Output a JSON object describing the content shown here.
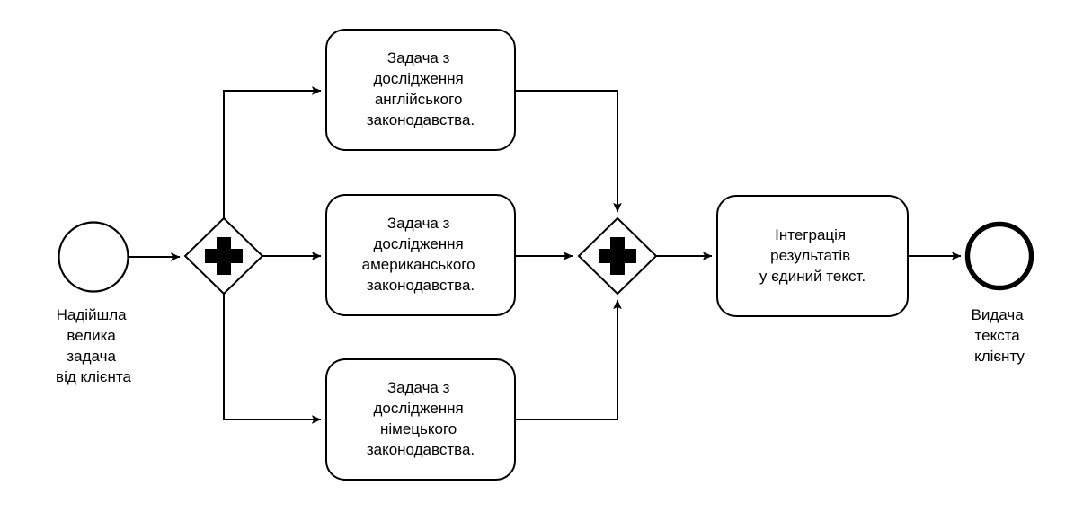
{
  "diagram": {
    "type": "bpmn-process-diagram",
    "language": "uk",
    "colors": {
      "background": "#ffffff",
      "stroke": "#000000",
      "fill": "#ffffff"
    },
    "start_event": {
      "icon": "start-event-circle",
      "label_lines": [
        "Надійшла",
        "велика",
        "задача",
        "від клієнта"
      ]
    },
    "split_gateway": {
      "icon": "parallel-gateway-plus",
      "symbol": "+"
    },
    "join_gateway": {
      "icon": "parallel-gateway-plus",
      "symbol": "+"
    },
    "tasks": [
      {
        "id": "task-english-law",
        "lines": [
          "Задача з",
          "дослідження",
          "англійського",
          "законодавства."
        ]
      },
      {
        "id": "task-american-law",
        "lines": [
          "Задача з",
          "дослідження",
          "американського",
          "законодавства."
        ]
      },
      {
        "id": "task-german-law",
        "lines": [
          "Задача з",
          "дослідження",
          "німецького",
          "законодавства."
        ]
      },
      {
        "id": "task-integration",
        "lines": [
          "Інтеграція",
          "результатів",
          "у єдиний текст."
        ]
      }
    ],
    "end_event": {
      "icon": "end-event-circle",
      "label_lines": [
        "Видача",
        "текста",
        "клієнту"
      ]
    }
  }
}
